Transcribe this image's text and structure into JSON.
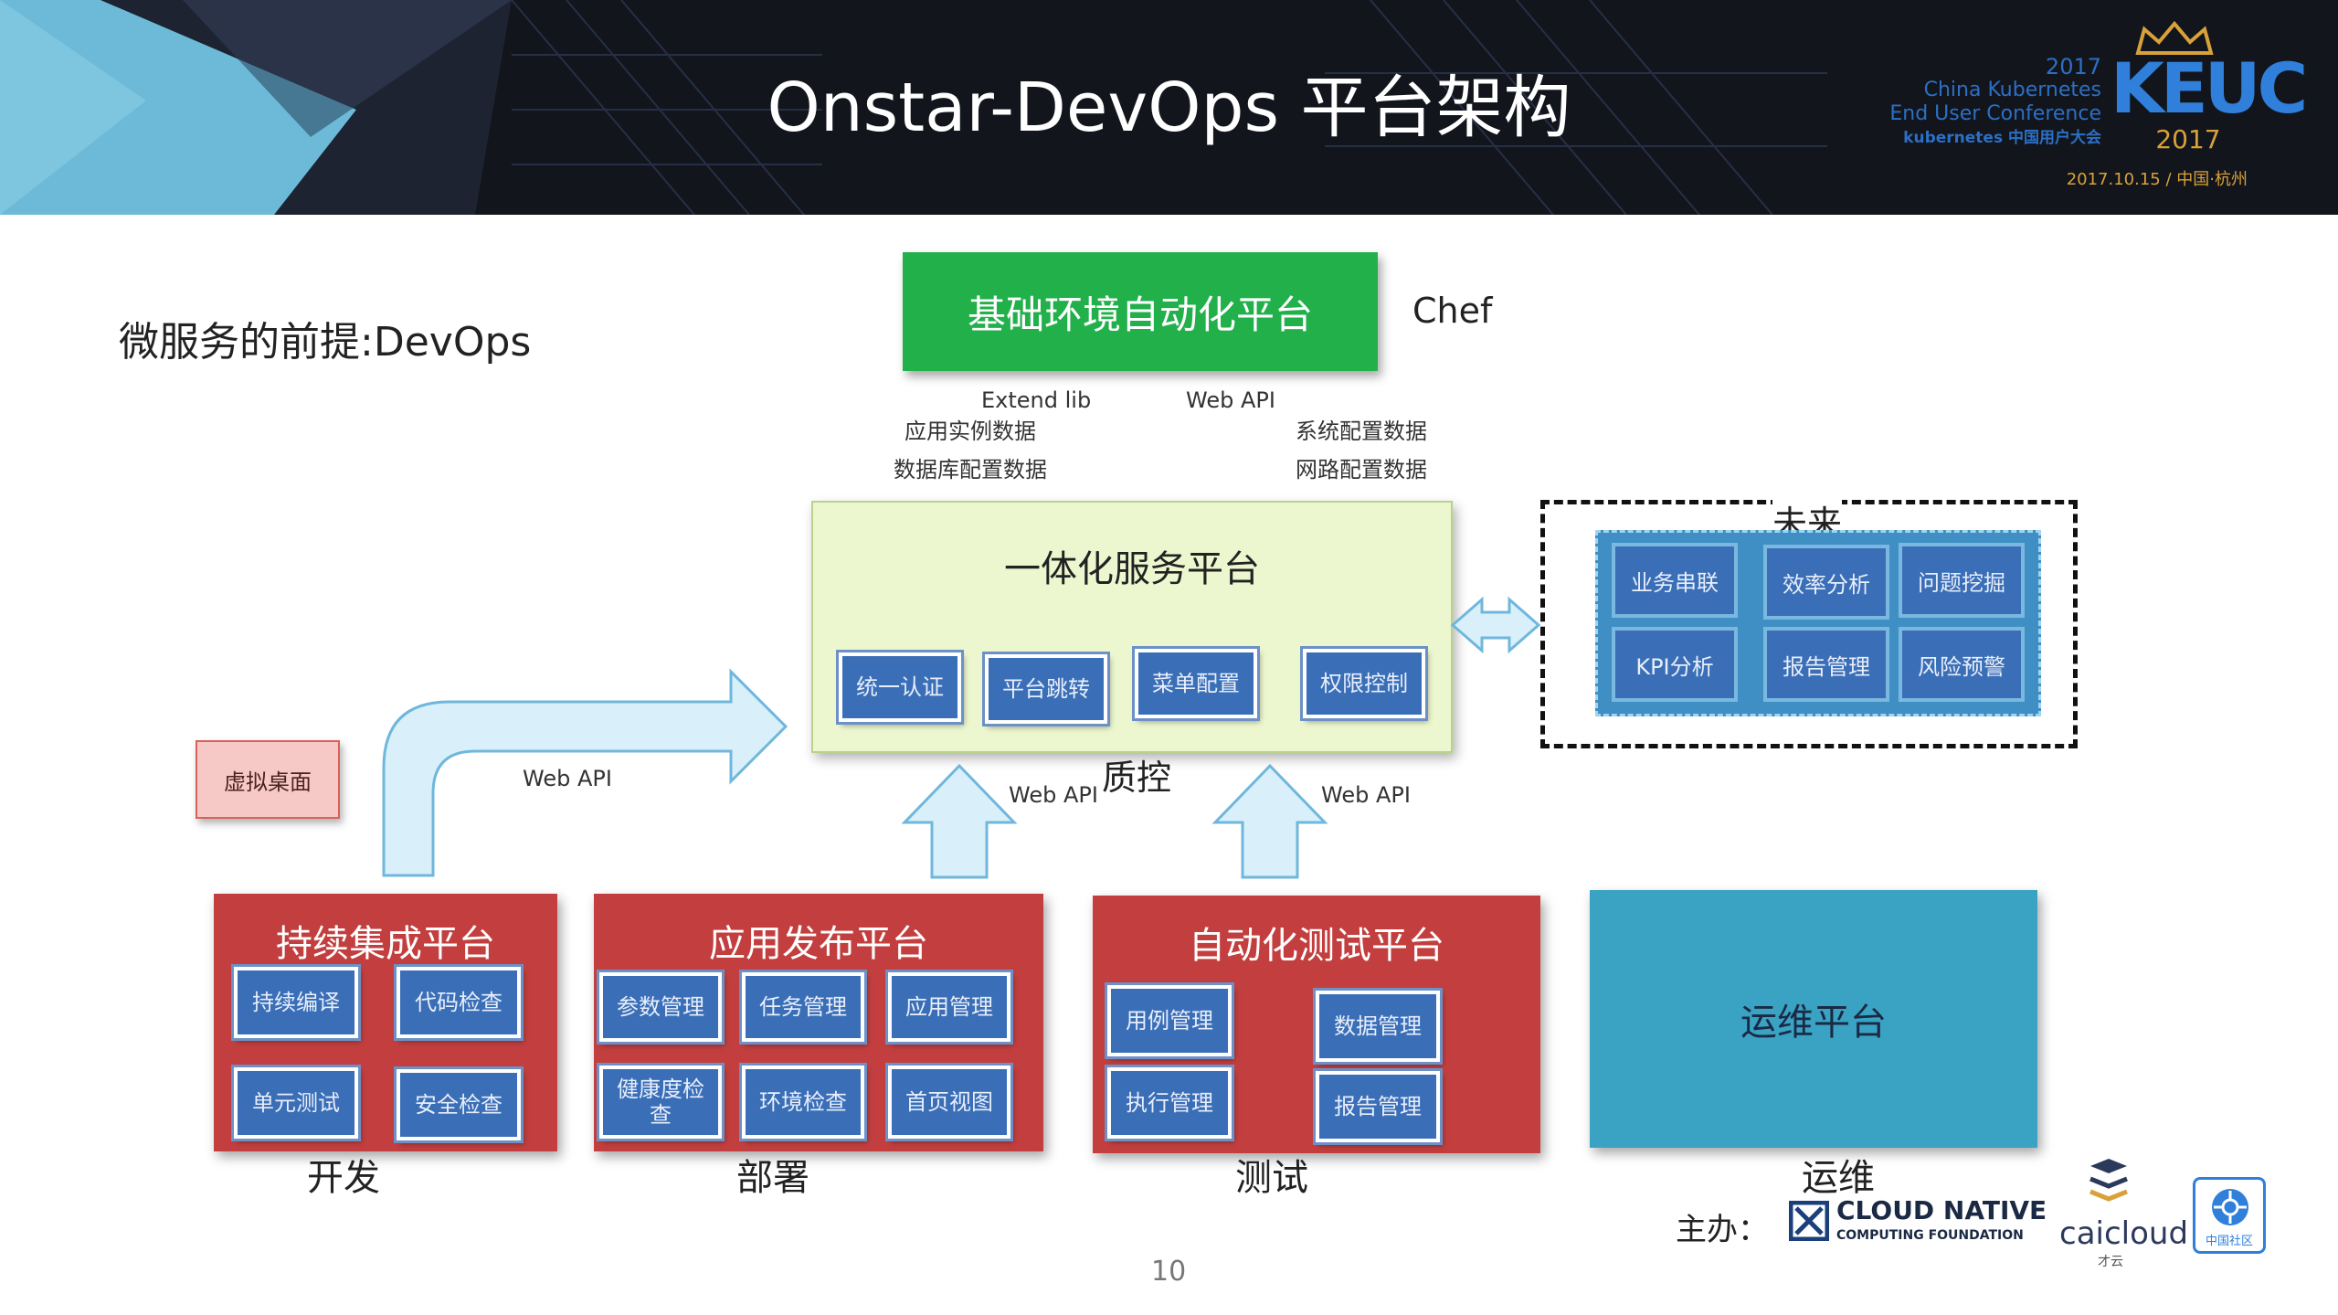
{
  "header": {
    "title": "Onstar-DevOps 平台架构",
    "conference": {
      "year_top": "2017",
      "line1": "China Kubernetes",
      "line2": "End User Conference",
      "line3": "kubernetes 中国用户大会",
      "logo": "KEUC",
      "year_bottom": "2017",
      "date": "2017.10.15 / 中国·杭州"
    }
  },
  "subtitle": "微服务的前提:DevOps",
  "top_platform": {
    "label": "基础环境自动化平台",
    "tool": "Chef"
  },
  "top_labels": {
    "extend_lib": "Extend lib",
    "app_instance": "应用实例数据",
    "db_config": "数据库配置数据",
    "web_api": "Web API",
    "sys_config": "系统配置数据",
    "net_config": "网路配置数据"
  },
  "integrated": {
    "title": "一体化服务平台",
    "items": [
      "统一认证",
      "平台跳转",
      "菜单配置",
      "权限控制"
    ]
  },
  "future": {
    "label": "未来",
    "items": [
      "业务串联",
      "效率分析",
      "问题挖掘",
      "KPI分析",
      "报告管理",
      "风险预警"
    ]
  },
  "virtual_desktop": "虚拟桌面",
  "arrows": {
    "ci_web_api": "Web API",
    "deploy_web_api": "Web API",
    "test_web_api": "Web API",
    "qa": "质控"
  },
  "ci": {
    "title": "持续集成平台",
    "items": [
      "持续编译",
      "代码检查",
      "单元测试",
      "安全检查"
    ],
    "stage": "开发"
  },
  "release": {
    "title": "应用发布平台",
    "items": [
      "参数管理",
      "任务管理",
      "应用管理",
      "健康度检查",
      "环境检查",
      "首页视图"
    ],
    "stage": "部署"
  },
  "autotest": {
    "title": "自动化测试平台",
    "items": [
      "用例管理",
      "数据管理",
      "执行管理",
      "报告管理"
    ],
    "stage": "测试"
  },
  "ops": {
    "title": "运维平台",
    "stage": "运维"
  },
  "footer": {
    "page_number": "10",
    "host_label": "主办：",
    "cncf_line1": "CLOUD NATIVE",
    "cncf_line2": "COMPUTING FOUNDATION",
    "caicloud": "caicloud",
    "caicloud_sub": "才云",
    "community": "中国社区"
  },
  "colors": {
    "header_bg": "#12151c",
    "green": "#22b04b",
    "yellow": "#ecf7cf",
    "red": "#c33f3f",
    "blue_button": "#3a6fb8",
    "teal": "#3aa3c4",
    "arrow_fill": "#d9f0fb"
  }
}
